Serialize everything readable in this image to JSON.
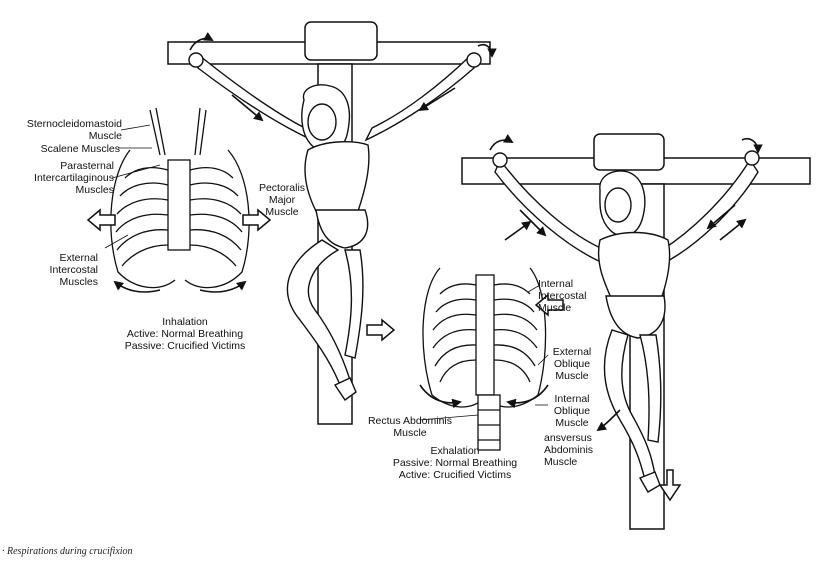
{
  "labels": {
    "sternocleidomastoid_line1": "Sternocleidomastoid",
    "sternocleidomastoid_line2": "Muscle",
    "scalene": "Scalene Muscles",
    "parasternal_line1": "Parasternal",
    "parasternal_line2": "Intercartilaginous",
    "parasternal_line3": "Muscles",
    "external_intercostal_line1": "External",
    "external_intercostal_line2": "Intercostal",
    "external_intercostal_line3": "Muscles",
    "pectoralis_line1": "Pectoralis",
    "pectoralis_line2": "Major",
    "pectoralis_line3": "Muscle",
    "internal_intercostal_line1": "Internal",
    "internal_intercostal_line2": "Intercostal",
    "internal_intercostal_line3": "Muscle",
    "external_oblique_line1": "External",
    "external_oblique_line2": "Oblique",
    "external_oblique_line3": "Muscle",
    "internal_oblique_line1": "Internal",
    "internal_oblique_line2": "Oblique",
    "internal_oblique_line3": "Muscle",
    "transversus_line1": "ansversus",
    "transversus_line2": "Abdominis",
    "transversus_line3": "Muscle",
    "rectus_line1": "Rectus Abdominis",
    "rectus_line2": "Muscle"
  },
  "inhalation": {
    "title": "Inhalation",
    "active": "Active: Normal Breathing",
    "passive": "Passive: Crucified Victims"
  },
  "exhalation": {
    "title": "Exhalation",
    "passive": "Passive: Normal Breathing",
    "active": "Active: Crucified Victims"
  },
  "caption": "· Respirations during crucifixion",
  "colors": {
    "ink": "#111111",
    "paper": "#ffffff"
  }
}
